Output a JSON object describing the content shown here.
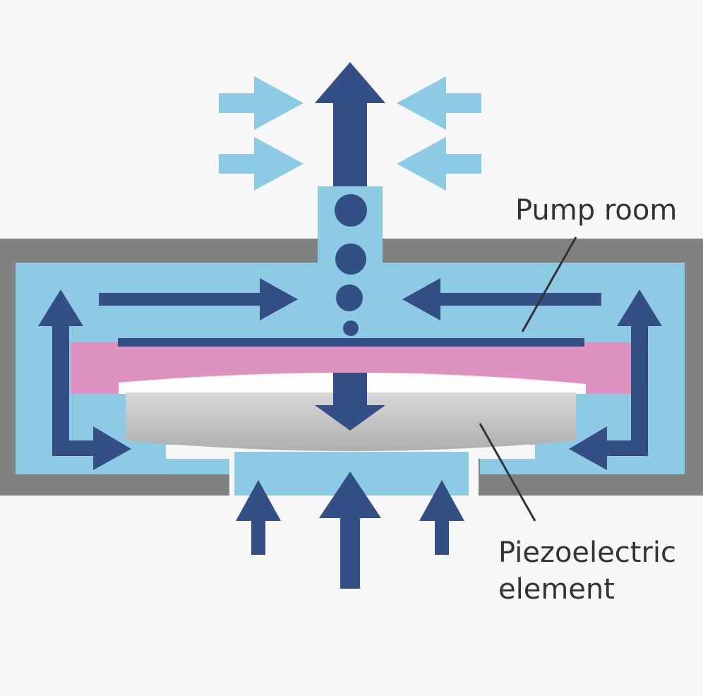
{
  "labels": {
    "pump_room": "Pump room",
    "piezo_line1": "Piezoelectric",
    "piezo_line2": "element"
  },
  "colors": {
    "background": "#f7f7f7",
    "housing": "#818181",
    "fluid": "#8dcae4",
    "diaphragm": "#dd92bf",
    "piezo": "#c8c8c8",
    "flow_arrow": "#344f85",
    "intake_arrow": "#8dcae4",
    "label_text": "#333333"
  }
}
